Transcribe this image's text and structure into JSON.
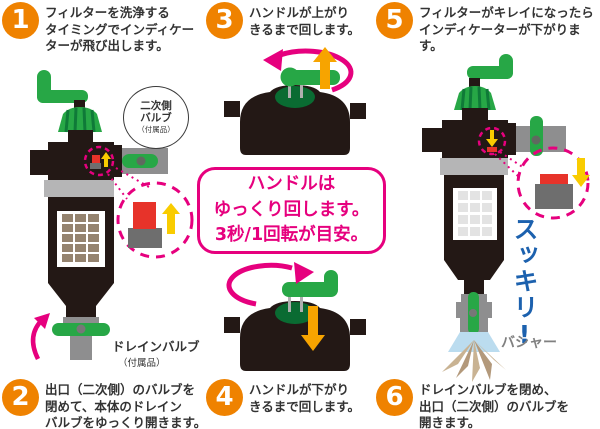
{
  "colors": {
    "step_badge_orange": "#EF8200",
    "magenta_accent": "#E6007E",
    "valve_green": "#27A746",
    "dark_green": "#0A6B32",
    "body_black": "#231815",
    "pipe_gray": "#8E8E8F",
    "band_light_gray": "#B5B5B6",
    "indicator_red": "#E7332A",
    "arrow_yellow": "#F9CC00",
    "arrow_orange": "#F7A400",
    "clean_text_blue": "#1C61AE"
  },
  "steps": [
    {
      "num": "1",
      "text": "フィルターを洗浄する\nタイミングでインディケー\nターが飛び出します。"
    },
    {
      "num": "2",
      "text": "出口（二次側）のバルブを\n閉めて、本体のドレイン\nバルブをゆっくり開きます。"
    },
    {
      "num": "3",
      "text": "ハンドルが上がり\nきるまで回します。"
    },
    {
      "num": "4",
      "text": "ハンドルが下がり\nきるまで回します。"
    },
    {
      "num": "5",
      "text": "フィルターがキレイになったら\nインディケーターが下がります。"
    },
    {
      "num": "6",
      "text": "ドレインバルブを閉め、\n出口（二次側）のバルブを\n開きます。"
    }
  ],
  "note": "ハンドルは\nゆっくり回します。\n3秒/1回転が目安。",
  "labels": {
    "secondary_valve_name": "二次側\nバルブ",
    "secondary_valve_sub": "（付属品）",
    "drain_valve_name": "ドレインバルブ",
    "drain_valve_sub": "（付属品）",
    "clean_exclaim": "スッキリ!",
    "splash_sound": "バシャー"
  }
}
